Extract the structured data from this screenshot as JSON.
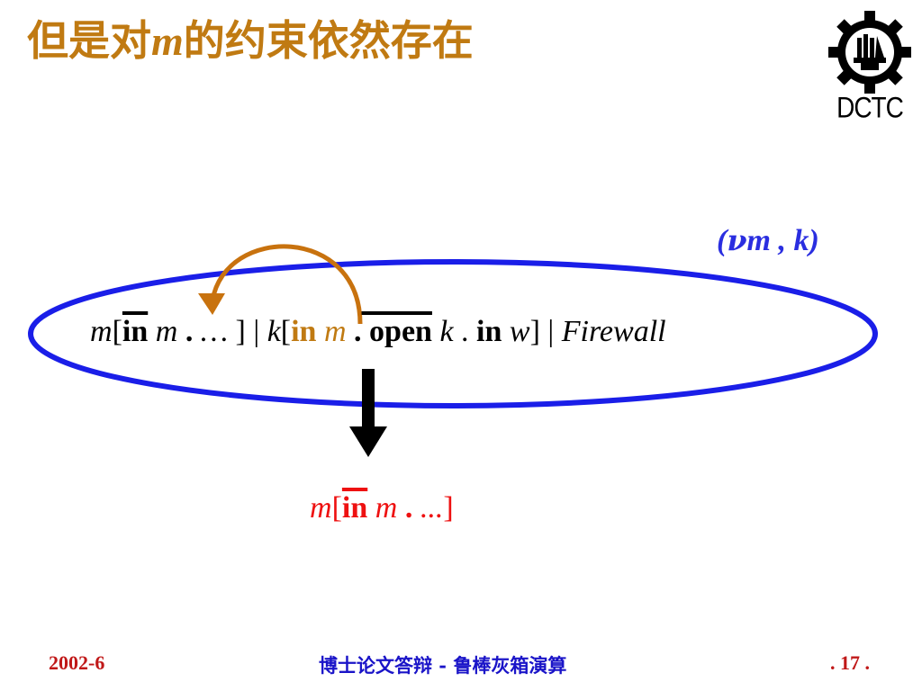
{
  "slide": {
    "title_pre": "但是对",
    "title_var": "m",
    "title_post": "的约束依然存在"
  },
  "logo": {
    "text": "DCTC"
  },
  "restriction": {
    "open_paren": "(",
    "nu": "ν",
    "m": "m",
    "comma": " , ",
    "k": "k",
    "close_paren": ")"
  },
  "expression": {
    "m1": "m",
    "lb1": "[",
    "in1": "in",
    "m2": " m",
    "dot1": " .",
    "ellipsis": " …",
    "rb1": "  ]",
    "par1": " | ",
    "k1": "k",
    "lb2": "[",
    "in2": "in",
    "m3": " m",
    "dot2": " .",
    "open": " open",
    "k2": " k",
    "dot3": " . ",
    "in3": "in",
    "w": " w",
    "rb2": "]",
    "par2": " | ",
    "firewall": "Firewall"
  },
  "result": {
    "m1": "m",
    "lb": "[",
    "in": "in",
    "m2": " m",
    "dot": " .",
    "ellipsis": " ...",
    "rb": "]"
  },
  "footer": {
    "date": "2002-6",
    "center": "博士论文答辩 - 鲁棒灰箱演算",
    "page": ". 17 ."
  },
  "colors": {
    "title": "#c07a12",
    "ellipse": "#1a1ee8",
    "arrow_curve": "#c8720e",
    "result_text": "#ee1111",
    "footer_blue": "#1a14c8",
    "footer_red": "#c01818"
  }
}
